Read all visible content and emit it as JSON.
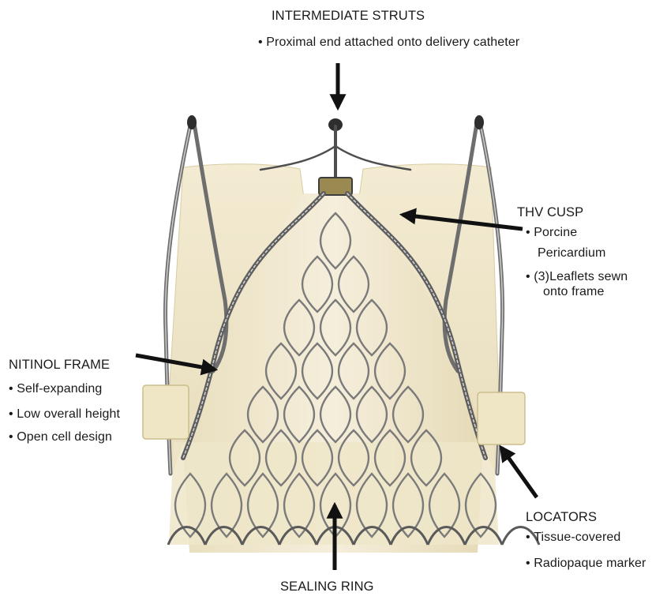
{
  "callouts": {
    "intermediate_struts": {
      "heading": "INTERMEDIATE STRUTS",
      "bullets": [
        "Proximal end attached onto delivery catheter"
      ]
    },
    "thv_cusp": {
      "heading": "THV CUSP",
      "bullets": [
        "Porcine",
        "Pericardium",
        "(3)Leaflets sewn",
        "onto frame"
      ]
    },
    "nitinol_frame": {
      "heading": "NITINOL FRAME",
      "bullets": [
        "Self-expanding",
        "Low overall height",
        "Open cell design"
      ]
    },
    "locators": {
      "heading": "LOCATORS",
      "bullets": [
        "Tissue-covered",
        "Radiopaque marker"
      ]
    },
    "sealing_ring": {
      "heading": "SEALING RING"
    }
  },
  "colors": {
    "tissue": "#f1e9cf",
    "tissue_shade": "#e2d6ae",
    "metal": "#6e6e6e",
    "metal_light": "#c9c9c9",
    "arrow": "#111111"
  }
}
